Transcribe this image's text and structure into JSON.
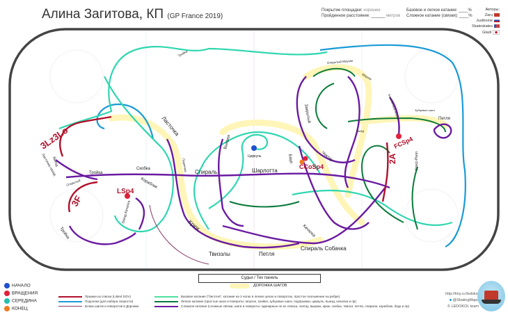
{
  "header": {
    "title": "Алина Загитова, КП",
    "subtitle": "(GP France 2019)",
    "coverage_label": "Покрытие площадки:",
    "coverage_value": "хорошее",
    "distance_label": "Пройденное расстояние:",
    "distance_value": "______",
    "distance_unit": "метров",
    "basic_label": "Базовое и легкое катание:",
    "basic_value": "____%",
    "complex_label": "Сложное катание (связки):",
    "complex_value": "____%",
    "authors_label": "Авторы:",
    "authors": [
      {
        "name": "Zaru",
        "flag": "#c0392b"
      },
      {
        "name": "Justhome",
        "flag": "#1f3fa8"
      },
      {
        "name": "Skateskates",
        "flag": "#3355aa"
      },
      {
        "name": "Gladi",
        "flag": "#d0102a"
      }
    ]
  },
  "rink": {
    "judges_label": "Судьи / Тех панель"
  },
  "elements": {
    "jumps": [
      "3Lz3Lo",
      "3F",
      "2A"
    ],
    "spins": [
      "LSp4",
      "CCoSp4",
      "FCSp4"
    ],
    "start_label": "Циркуль",
    "steps": [
      "Ласточка",
      "Спираль",
      "Шарлотта",
      "Спираль Собачка",
      "Крюк",
      "Твиззлы",
      "Петля",
      "Тройка",
      "Скобка",
      "Кораблик",
      "Выкрюк",
      "Баур",
      "Закрытый",
      "Чоктау",
      "Открытый Моухок",
      "Моухок",
      "Подпечка",
      "Выезд",
      "Ласточка назад",
      "Заход Качалка",
      "Качалка",
      "Кросс-Ролл",
      "Бесконечный Моухок",
      "Петля",
      "Зубцовые шаги",
      "Открытый",
      "Тройка",
      "Вызд",
      "Тройка"
    ]
  },
  "legend": {
    "points": [
      {
        "label": "НАЧАЛО",
        "color": "#1f4fd0"
      },
      {
        "label": "ВРАЩЕНИЯ",
        "color": "#e0203a"
      },
      {
        "label": "СЕРЕДИНА",
        "color": "#22c0b0"
      },
      {
        "label": "КОНЕЦ",
        "color": "#f07a20"
      }
    ],
    "step_sequence": "ДОРОЖКА ШАГОВ",
    "lines_left": [
      {
        "label": "Прыжки из списка (Listed SOV)",
        "color": "#b0102a"
      },
      {
        "label": "Подсечки (для набора скорости)",
        "color": "#1a9ad6"
      },
      {
        "label": "Блоки шагов и поворотов в Дорожке",
        "color": "#8a3a6a"
      }
    ],
    "lines_right": [
      {
        "label": "Базовое катание (\"беготня\", катание на 2 ногах в легких шагах и поворотах, простое скольжение на ребре)",
        "color": "#4fe0a0"
      },
      {
        "label": "Легкое катание (простые шаги и повороты: моухок, тройка, зубцовые шаги, подпрыжки, циркуль, выезд, качалка и пр)",
        "color": "#0a7a3a"
      },
      {
        "label": "Сложное катание (сложные связки, шаги и повороты: одинарные не из списка, чоктау, выкрюк, крюк, скобка, твиззл, петли, спирали, кораблик, баур и пр)",
        "color": "#6a1aa0"
      }
    ]
  },
  "credits": {
    "url": "http://tiny.cc/ledokol",
    "twitter": "@SkatingMaps",
    "team": "© LEDOKOL team"
  },
  "colors": {
    "jump": "#b0102a",
    "crossover": "#1a9ad6",
    "basic": "#2fd6b0",
    "easy": "#0a7a3a",
    "complex": "#6a1aa0",
    "steps_highlight": "#fff5b8"
  }
}
